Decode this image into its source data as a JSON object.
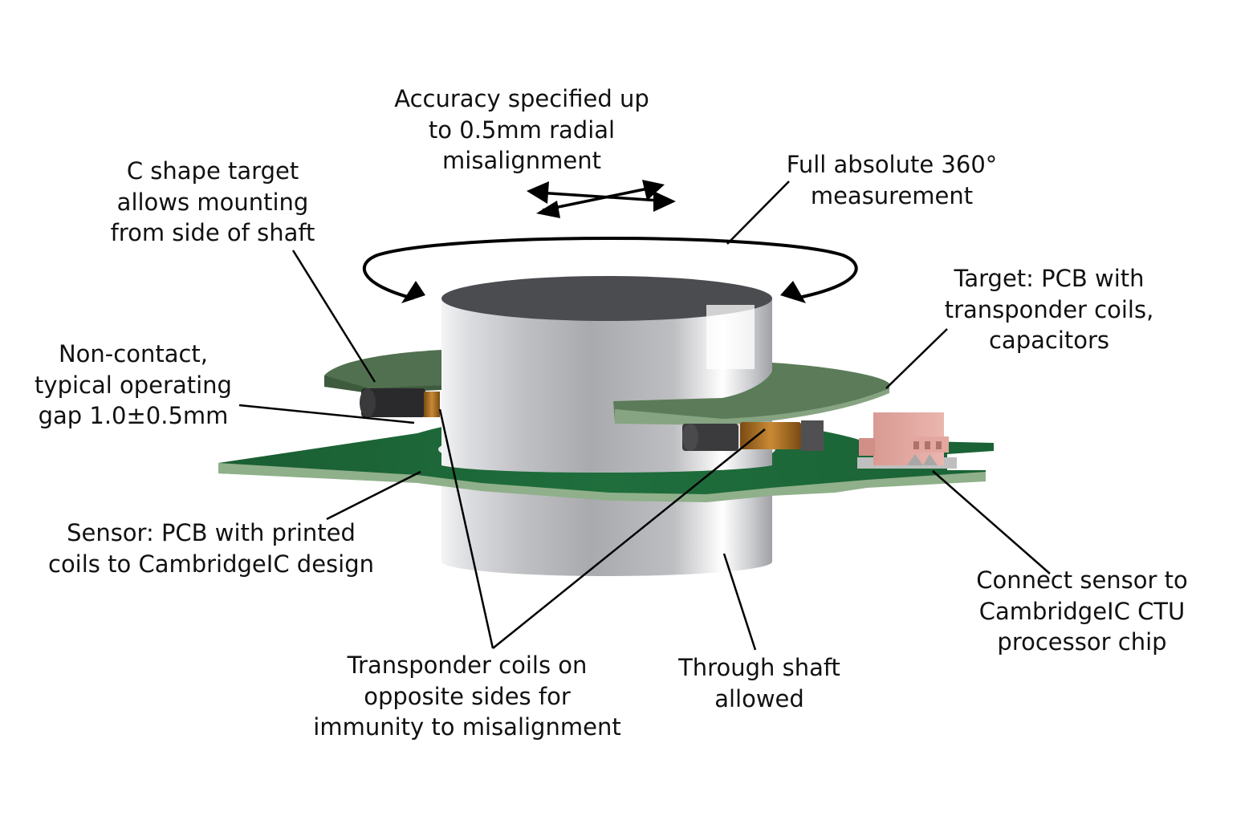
{
  "figure": {
    "subject": "Inductive angle sensor with C-shape target around a through shaft",
    "colors": {
      "annotation": "#111111",
      "shaft_body": "#c9cacd",
      "shaft_top": "#4b4c50",
      "sensor_pcb": "#1f6b3a",
      "pcb_edge": "#8fb08a",
      "target_pcb": "#4f6d4e",
      "coil_winding": "#b8762a",
      "connector": "#e3a7a0",
      "background": "#ffffff"
    }
  },
  "labels": {
    "accuracy": [
      "Accuracy specified up",
      "to 0.5mm radial",
      "misalignment"
    ],
    "c_shape": [
      "C shape target",
      "allows mounting",
      "from side of shaft"
    ],
    "full_360": [
      "Full absolute 360°",
      "measurement"
    ],
    "target_pcb": [
      "Target: PCB with",
      "transponder coils,",
      "capacitors"
    ],
    "non_contact": [
      "Non-contact,",
      "typical operating",
      "gap 1.0±0.5mm"
    ],
    "sensor_pcb": [
      "Sensor: PCB with printed",
      "coils to CambridgeIC design"
    ],
    "transponder": [
      "Transponder coils on",
      "opposite sides for",
      "immunity to misalignment"
    ],
    "through_shaft": [
      "Through shaft",
      "allowed"
    ],
    "connect": [
      "Connect sensor to",
      "CambridgeIC CTU",
      "processor chip"
    ]
  },
  "icons": {
    "rotation_arrow": "circular-rotation-arrow",
    "misalignment_arrows": "double-headed-arrows-crossed"
  }
}
